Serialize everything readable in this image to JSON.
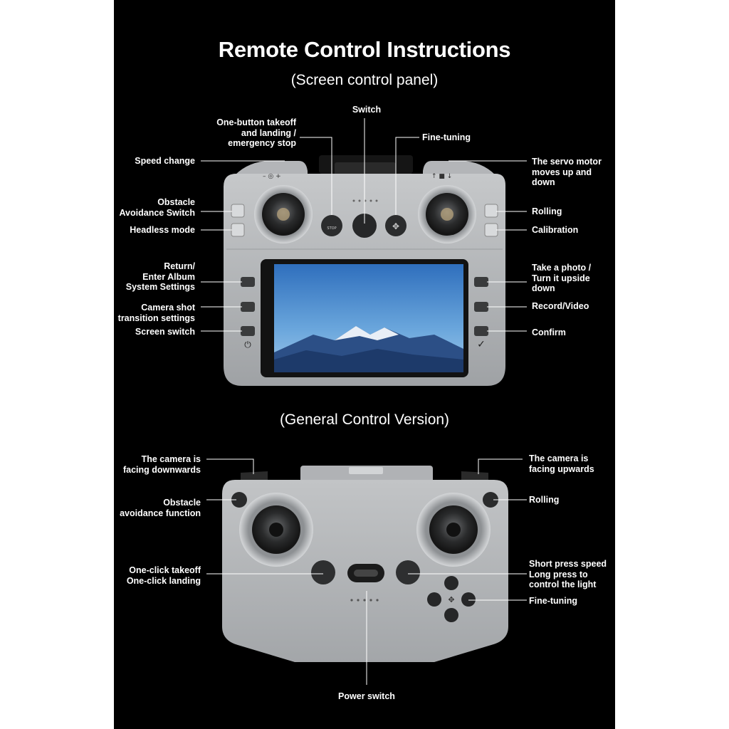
{
  "title": "Remote Control Instructions",
  "section1": "(Screen control panel)",
  "section2": "(General Control Version)",
  "panel_labels": {
    "switch": "Switch",
    "takeoff": "One-button takeoff\nand landing /\nemergency stop",
    "fine_tuning": "Fine-tuning",
    "speed_change": "Speed change",
    "servo": "The servo motor\nmoves up and\ndown",
    "obstacle_switch": "Obstacle\nAvoidance Switch",
    "rolling": "Rolling",
    "headless": "Headless mode",
    "calibration": "Calibration",
    "return": "Return/\nEnter Album\nSystem Settings",
    "take_photo": "Take a photo /\nTurn it upside\ndown",
    "camera_shot": "Camera shot\ntransition settings",
    "record": "Record/Video",
    "screen_switch": "Screen switch",
    "confirm": "Confirm"
  },
  "general_labels": {
    "camera_down": "The camera is\nfacing downwards",
    "camera_up": "The camera is\nfacing upwards",
    "obstacle": "Obstacle\navoidance function",
    "rolling": "Rolling",
    "one_click": "One-click takeoff\nOne-click landing",
    "speed_light": "Short press speed\nLong press to\ncontrol the light",
    "fine_tuning": "Fine-tuning",
    "power": "Power switch"
  },
  "screen_icons": {
    "top_left": "– ◎ +",
    "top_right": "↑ ■ ↓",
    "stop": "STOP"
  },
  "colors": {
    "background": "#000000",
    "body": "#b9bcbf",
    "text": "#ffffff",
    "sky": "#3f86cc"
  }
}
